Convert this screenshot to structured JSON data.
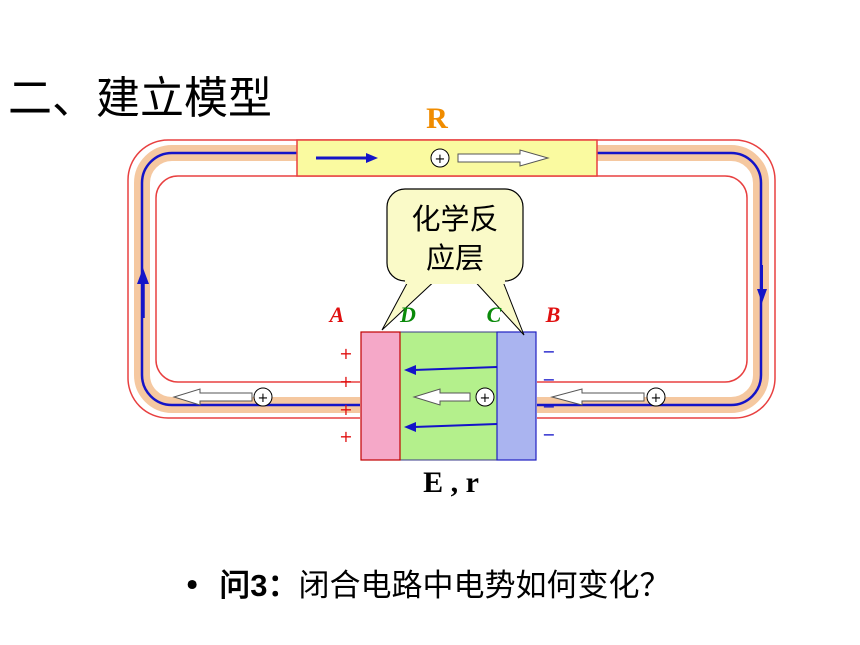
{
  "heading": "二、建立模型",
  "diagram": {
    "resistor_label": "R",
    "callout_line1": "化学反",
    "callout_line2": "应层",
    "label_A": "A",
    "label_D": "D",
    "label_C": "C",
    "label_B": "B",
    "emf_label": "E , r",
    "plus_signs": [
      "+",
      "+",
      "+",
      "+"
    ],
    "minus_signs": [
      "−",
      "−",
      "−",
      "−"
    ],
    "charge_symbol": "+"
  },
  "question": {
    "bullet": "•",
    "prefix": "问3：",
    "text": "闭合电路中电势如何变化？"
  },
  "colors": {
    "wire_blue": "#1414c8",
    "wire_glow": "#f5c8a0",
    "wire_outline": "#e84040",
    "resistor_fill": "#fafaa0",
    "positive_plate": "#f5a8c8",
    "negative_plate": "#aab4f0",
    "electrolyte": "#b4f08c",
    "callout_fill": "#fafac8",
    "label_red": "#e01010",
    "label_green": "#0a8a0a",
    "label_orange": "#f08c00"
  }
}
